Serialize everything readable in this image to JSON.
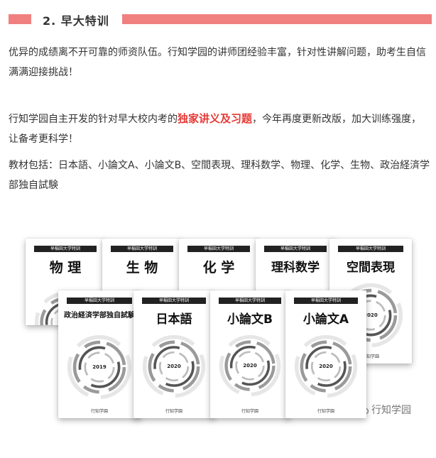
{
  "header": {
    "title": "2. 早大特训"
  },
  "paragraphs": {
    "p1": "优异的成绩离不开可靠的师资队伍。行知学园的讲师团经验丰富，针对性讲解问题，助考生自信满满迎接挑战！",
    "p2_before": "行知学园自主开发的针对早大校内考的",
    "p2_highlight": "独家讲义及习题",
    "p2_after": "，今年再度更新改版，加大训练强度，让备考更科学！",
    "p3": "教材包括：日本語、小論文A、小論文B、空間表現、理科数学、物理、化学、生物、政治経済学部独自試験"
  },
  "books": {
    "band_label": "早稲田大学特訓",
    "publisher": "行知学園",
    "back_row": [
      {
        "title": "物 理"
      },
      {
        "title": "生 物"
      },
      {
        "title": "化 学"
      },
      {
        "title": "理科数学"
      },
      {
        "title": "空間表現",
        "year": "2020"
      }
    ],
    "front_row": [
      {
        "title": "政治経済学部独自試験",
        "year": "2019"
      },
      {
        "title": "日本語",
        "year": "2020"
      },
      {
        "title": "小論文B",
        "year": "2020"
      },
      {
        "title": "小論文A",
        "year": "2020"
      }
    ]
  },
  "watermark": {
    "text": "行知学园"
  },
  "colors": {
    "accent_bar": "#f08080",
    "highlight": "#e53935"
  }
}
